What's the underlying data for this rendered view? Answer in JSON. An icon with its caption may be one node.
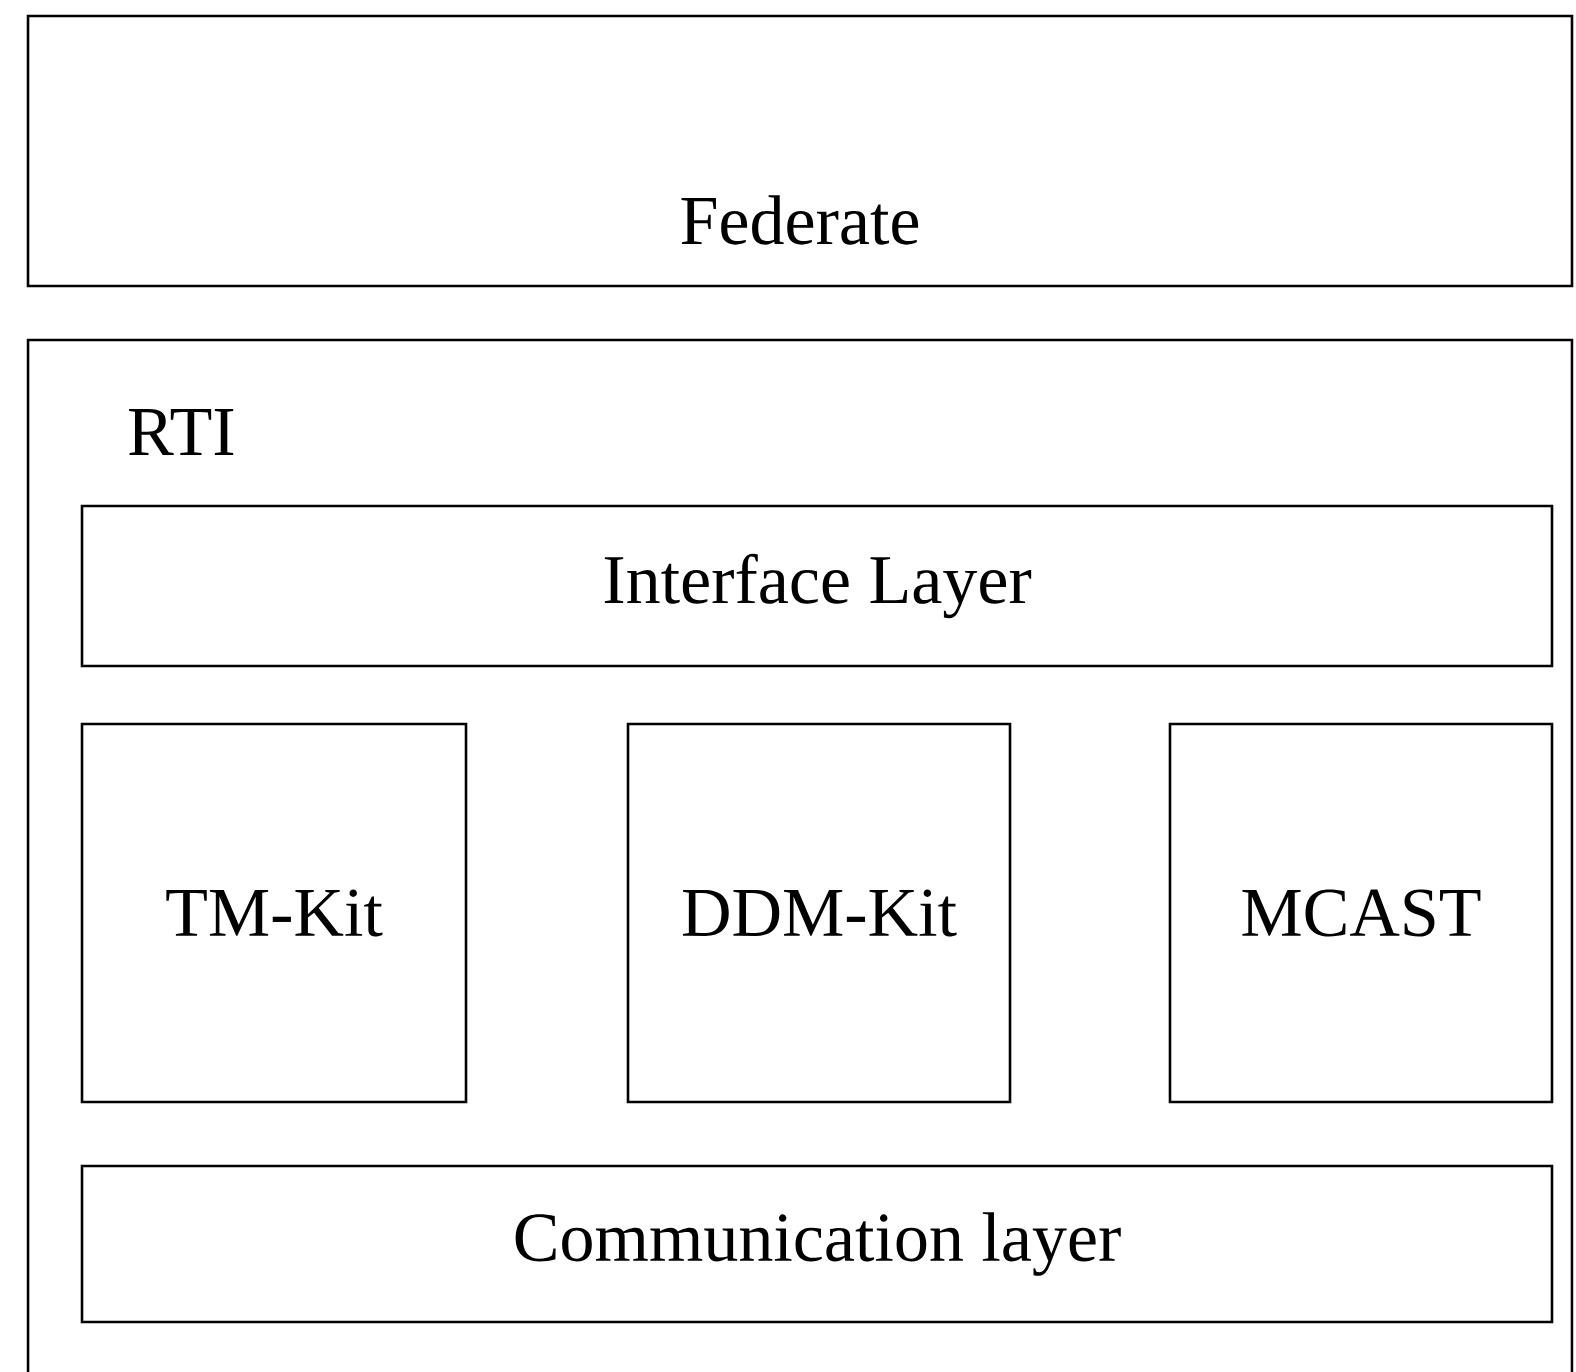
{
  "diagram": {
    "nodes": [
      {
        "text": [
          "Federate"
        ]
      },
      {
        "text": [
          "RTI"
        ]
      },
      {
        "text": [
          "Interface Layer"
        ],
        "in": 1
      },
      {
        "text": [
          "TM-Kit"
        ],
        "in": 1
      },
      {
        "text": [
          "DDM-Kit"
        ],
        "in": 1
      },
      {
        "text": [
          "MCAST"
        ],
        "in": 1
      },
      {
        "text": [
          "Communication layer"
        ],
        "in": 1
      }
    ]
  }
}
